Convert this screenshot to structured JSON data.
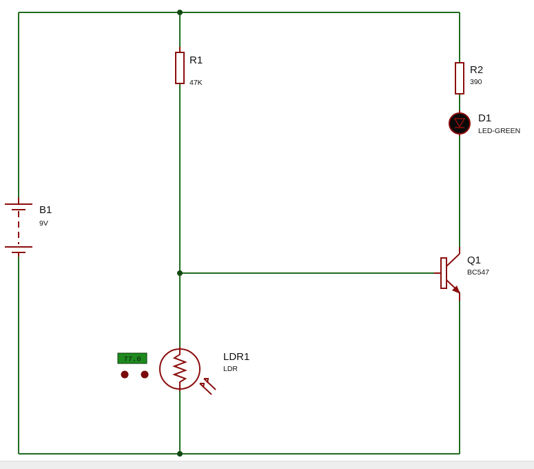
{
  "components": {
    "r1": {
      "ref": "R1",
      "value": "47K"
    },
    "r2": {
      "ref": "R2",
      "value": "390"
    },
    "d1": {
      "ref": "D1",
      "value": "LED-GREEN"
    },
    "b1": {
      "ref": "B1",
      "value": "9V"
    },
    "q1": {
      "ref": "Q1",
      "value": "BC547"
    },
    "ldr1": {
      "ref": "LDR1",
      "value": "LDR"
    }
  },
  "light_meter": {
    "reading": "77.0"
  },
  "colors": {
    "wire": "#1f6b1f",
    "component": "#8b0d0d",
    "junction": "#124a12",
    "lcd_background": "#1e8a1e",
    "led_body": "#0a0a0a"
  },
  "icons": [
    "resistor-icon",
    "led-icon",
    "battery-icon",
    "npn-transistor-icon",
    "ldr-icon",
    "light-meter-icon"
  ]
}
